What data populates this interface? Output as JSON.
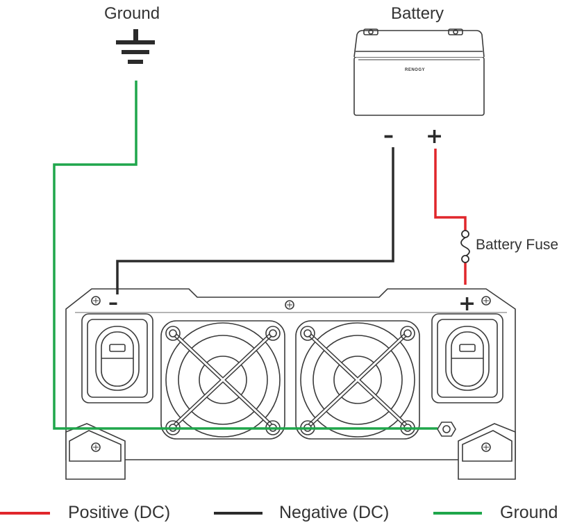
{
  "labels": {
    "ground": "Ground",
    "battery": "Battery",
    "battery_fuse": "Battery Fuse",
    "battery_brand": "RENOGY"
  },
  "terminals": {
    "battery_negative": "–",
    "battery_positive": "+",
    "inverter_negative": "–",
    "inverter_positive": "+"
  },
  "legend": [
    {
      "label": "Positive (DC)",
      "color": "#e0262b"
    },
    {
      "label": "Negative (DC)",
      "color": "#2b2b2b"
    },
    {
      "label": "Ground",
      "color": "#1fa64b"
    }
  ],
  "colors": {
    "positive": "#e0262b",
    "negative": "#2b2b2b",
    "ground": "#1fa64b",
    "outline": "#3a3a3a"
  }
}
